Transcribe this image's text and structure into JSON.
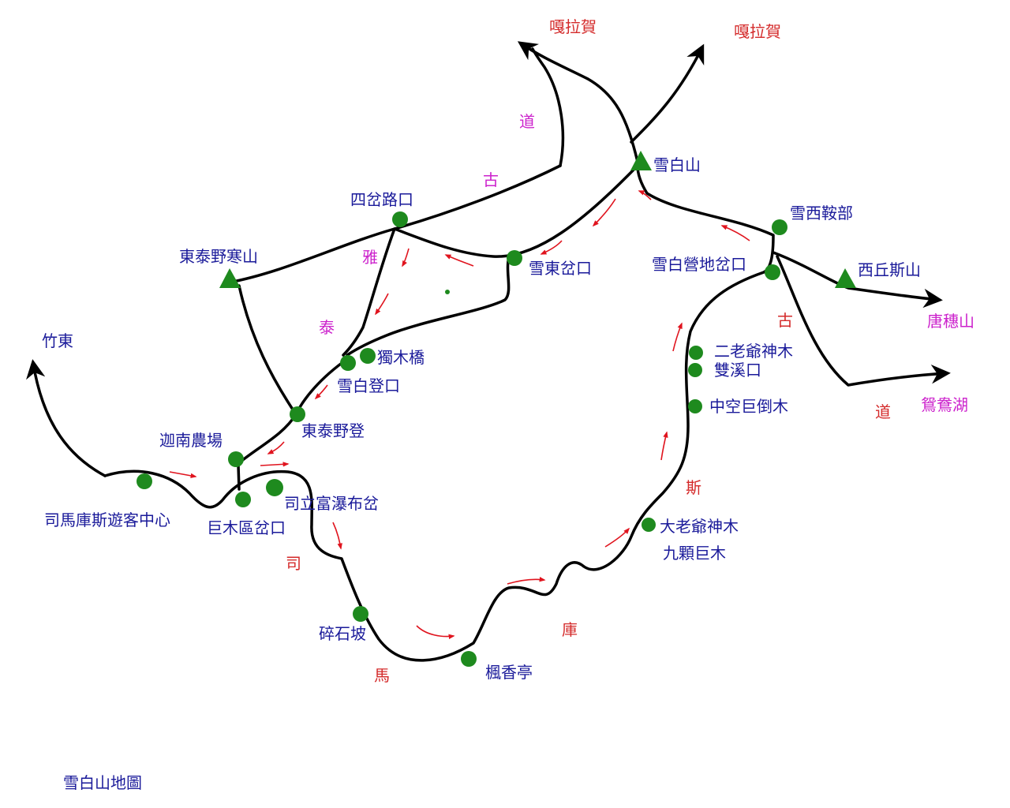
{
  "map": {
    "caption": "雪白山地圖",
    "colors": {
      "trail": "#000000",
      "station": "#1e8a1e",
      "arrow": "#e0141e",
      "label": "#1a1a9a",
      "route_char": "#d42a2a",
      "destination": "#cc22cc"
    },
    "places": {
      "xuebaishan": "雪白山",
      "sicha": "四岔路口",
      "dongtaiye_hanshan": "東泰野寒山",
      "xuedong_chakou": "雪東岔口",
      "xuexi_anbu": "雪西鞍部",
      "xuebai_camp": "雪白營地岔口",
      "xiqiusi": "西丘斯山",
      "zhudong": "竹東",
      "dumuqiao": "獨木橋",
      "xuebai_dengkou": "雪白登口",
      "dongtaiye_deng": "東泰野登",
      "jianan_farm": "迦南農場",
      "visitor_center": "司馬庫斯遊客中心",
      "jumu_chakou": "巨木區岔口",
      "sili_waterfall": "司立富瀑布岔",
      "ererlao": "二老爺神木",
      "shuangxi": "雙溪口",
      "hollow_tree": "中空巨倒木",
      "dalaoye": "大老爺神木",
      "jiuke": "九顆巨木",
      "suishipo": "碎石坡",
      "fengxiang": "楓香亭"
    },
    "destinations": {
      "galahe_1": "嘎拉賀",
      "galahe_2": "嘎拉賀",
      "tangsui": "唐穗山",
      "yuanyang": "鴛鴦湖"
    },
    "route_chars": {
      "si": "司",
      "ma": "馬",
      "ku": "庫",
      "si2": "斯",
      "gu_right": "古",
      "dao_right": "道",
      "gu_top": "古",
      "dao_top": "道",
      "ya": "雅",
      "tai": "泰"
    }
  }
}
